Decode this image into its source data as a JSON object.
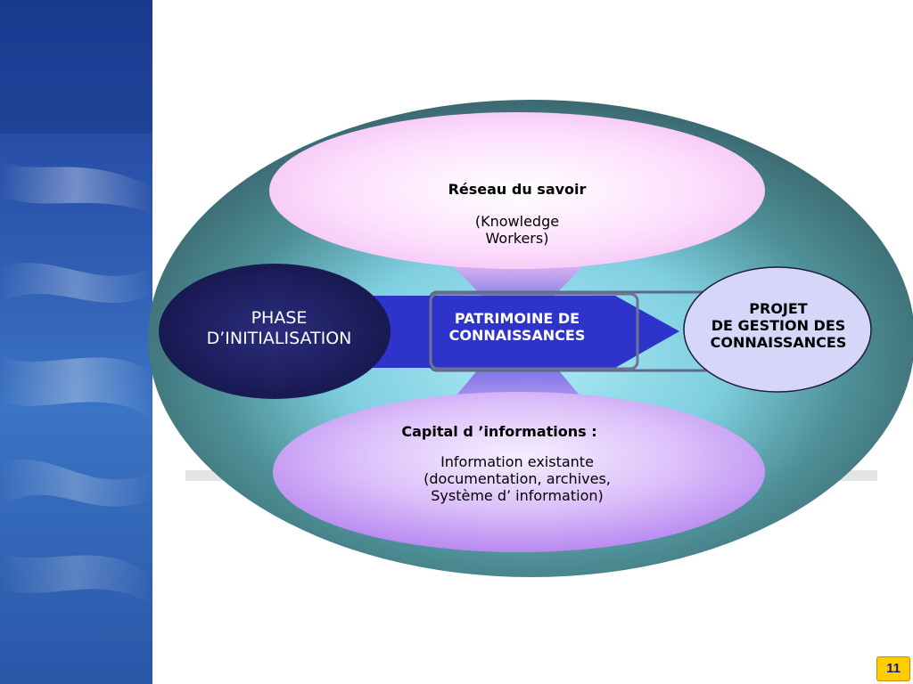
{
  "diagram": {
    "reseau": {
      "title": "Réseau du savoir",
      "subtitle": "(Knowledge\nWorkers)"
    },
    "capital": {
      "title": "Capital d ’informations :",
      "subtitle": "Information existante\n(documentation, archives,\nSystème d’ information)"
    },
    "phase": "PHASE\nD’INITIALISATION",
    "patrimoine": "PATRIMOINE DE\nCONNAISSANCES",
    "projet": "PROJET\nDE GESTION DES\nCONNAISSANCES"
  },
  "colors": {
    "outer_ellipse": "#3f6e75",
    "outer_glow": "#8fd8e8",
    "pink_ellipse": "#fbd3fb",
    "lilac_ellipse": "#c79bf4",
    "phase_ellipse": "#1b1d5e",
    "arrow": "#2d33c9",
    "projet_ellipse": "#d4d4fb",
    "side_panel": "#2f5fb0"
  },
  "page_number": "11"
}
